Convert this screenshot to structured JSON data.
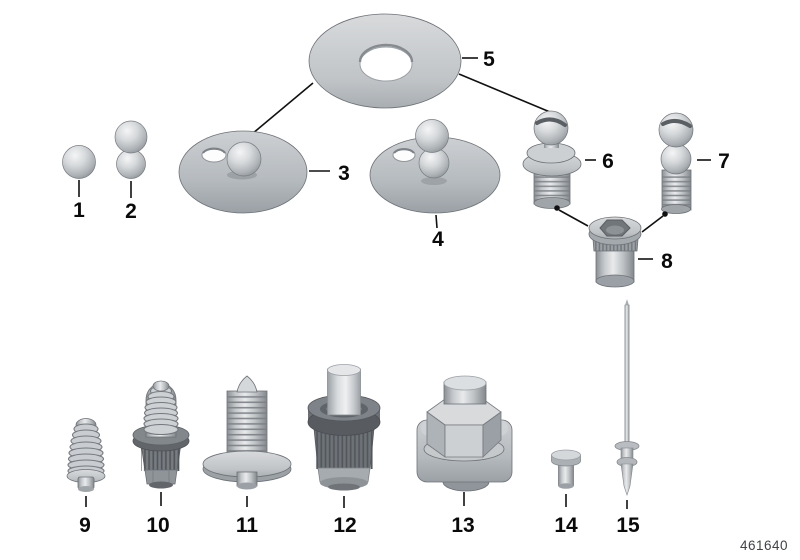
{
  "doc_number": "461640",
  "colors": {
    "background": "#ffffff",
    "callout_line": "#111111",
    "callout_label": "#0a0a0a",
    "metal_light": "#e8eaeb",
    "metal_mid": "#bfc3c7",
    "metal_dark": "#83888d",
    "dark_plastic": "#6e7378",
    "doc_number_text": "#3f4347"
  },
  "parts": [
    {
      "label": "1",
      "name": "ball"
    },
    {
      "label": "2",
      "name": "double-ball"
    },
    {
      "label": "3",
      "name": "washer-with-ball"
    },
    {
      "label": "4",
      "name": "washer-with-double-ball"
    },
    {
      "label": "5",
      "name": "flat-washer"
    },
    {
      "label": "6",
      "name": "ball-pin"
    },
    {
      "label": "7",
      "name": "ball-stud"
    },
    {
      "label": "8",
      "name": "threaded-bush"
    },
    {
      "label": "9",
      "name": "tapping-screw"
    },
    {
      "label": "10",
      "name": "expansion-screw"
    },
    {
      "label": "11",
      "name": "screw-with-washer"
    },
    {
      "label": "12",
      "name": "expansion-rivet"
    },
    {
      "label": "13",
      "name": "grommet-nut"
    },
    {
      "label": "14",
      "name": "plug"
    },
    {
      "label": "15",
      "name": "needle-pin"
    }
  ]
}
